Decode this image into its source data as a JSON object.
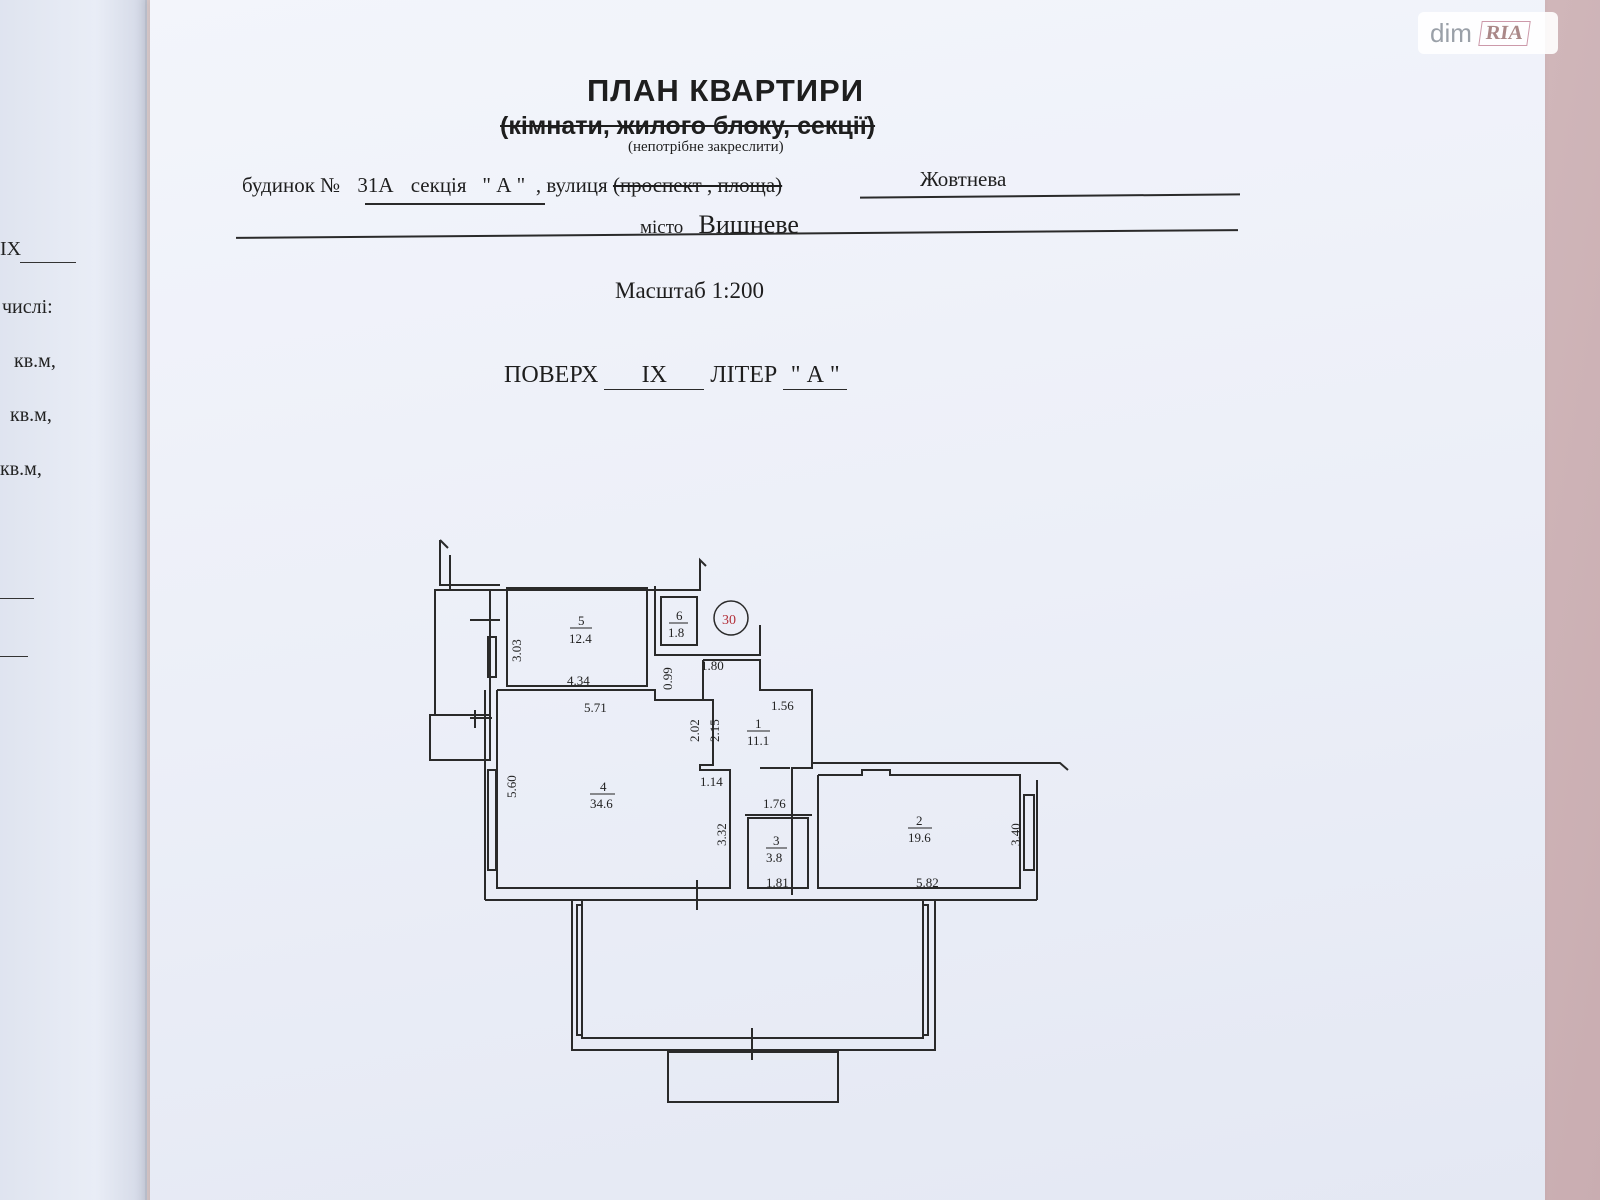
{
  "watermark": {
    "brand": "dim",
    "logo": "RIA"
  },
  "left_page": {
    "fragments": [
      "ІХ",
      "числі:",
      "кв.м,",
      "кв.м,",
      "кв.м,"
    ]
  },
  "header": {
    "title": "ПЛАН КВАРТИРИ",
    "subtitle": "(кімнати, жилого блоку, секції)",
    "note": "(непотрібне закреслити)"
  },
  "address": {
    "building_label": "будинок №",
    "building_number": "31А",
    "section_label": "секція",
    "section_value": "\" А \"",
    "street_label": ", вулиця",
    "street_struck": "(проспект , площа)",
    "street_value": "Жовтнева",
    "city_label": "місто",
    "city_value": "Вишневе"
  },
  "scale": {
    "label": "Масштаб 1:200"
  },
  "floor": {
    "floor_label": "ПОВЕРХ",
    "floor_value": "IX",
    "letter_label": "ЛІТЕР",
    "letter_value": "\" А \""
  },
  "plan": {
    "apartment_number": "30",
    "rooms": [
      {
        "number": "1",
        "area": "11.1"
      },
      {
        "number": "2",
        "area": "19.6"
      },
      {
        "number": "3",
        "area": "3.8"
      },
      {
        "number": "4",
        "area": "34.6"
      },
      {
        "number": "5",
        "area": "12.4"
      },
      {
        "number": "6",
        "area": "1.8"
      }
    ],
    "dimensions": [
      "3.03",
      "4.34",
      "0.99",
      "1.80",
      "5.71",
      "2.02",
      "2.15",
      "1.56",
      "5.60",
      "1.14",
      "3.32",
      "1.76",
      "1.81",
      "3.40",
      "5.82"
    ]
  }
}
